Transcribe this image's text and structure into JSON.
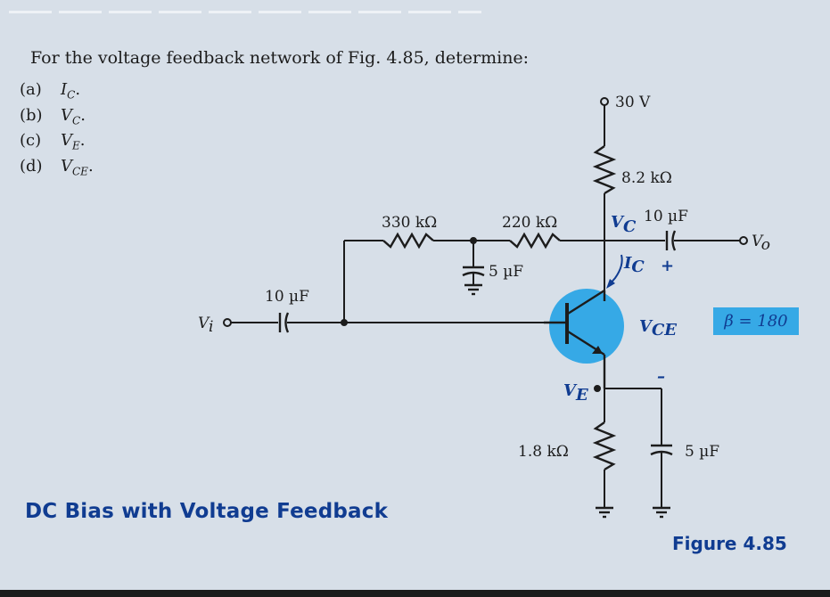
{
  "problem": {
    "intro": "For the voltage feedback network of Fig. 4.85, determine:",
    "parts": [
      {
        "label": "(a)",
        "symbol": "I",
        "sub": "C",
        "end": "."
      },
      {
        "label": "(b)",
        "symbol": "V",
        "sub": "C",
        "end": "."
      },
      {
        "label": "(c)",
        "symbol": "V",
        "sub": "E",
        "end": "."
      },
      {
        "label": "(d)",
        "symbol": "V",
        "sub": "CE",
        "end": "."
      }
    ]
  },
  "circuit": {
    "supply": "30 V",
    "rc": "8.2 kΩ",
    "rb1": "330 kΩ",
    "rb2": "220 kΩ",
    "c_bypass_base": "5 µF",
    "c_in": "10 µF",
    "c_out": "10 µF",
    "re": "1.8 kΩ",
    "c_emitter": "5 µF",
    "vi": "V",
    "vi_sub": "i",
    "vo": "V",
    "vo_sub": "o",
    "vc": "V",
    "vc_sub": "C",
    "ic": "I",
    "ic_sub": "C",
    "ve": "V",
    "ve_sub": "E",
    "vce": "V",
    "vce_sub": "CE",
    "plus": "+",
    "minus": "–",
    "beta": "β = 180"
  },
  "heading": "DC Bias with Voltage Feedback",
  "figure_label": "Figure 4.85",
  "colors": {
    "page": "#d7dfe8",
    "ink": "#1c1c1c",
    "accent_blue": "#36a9e6",
    "heading_blue": "#103c91"
  }
}
